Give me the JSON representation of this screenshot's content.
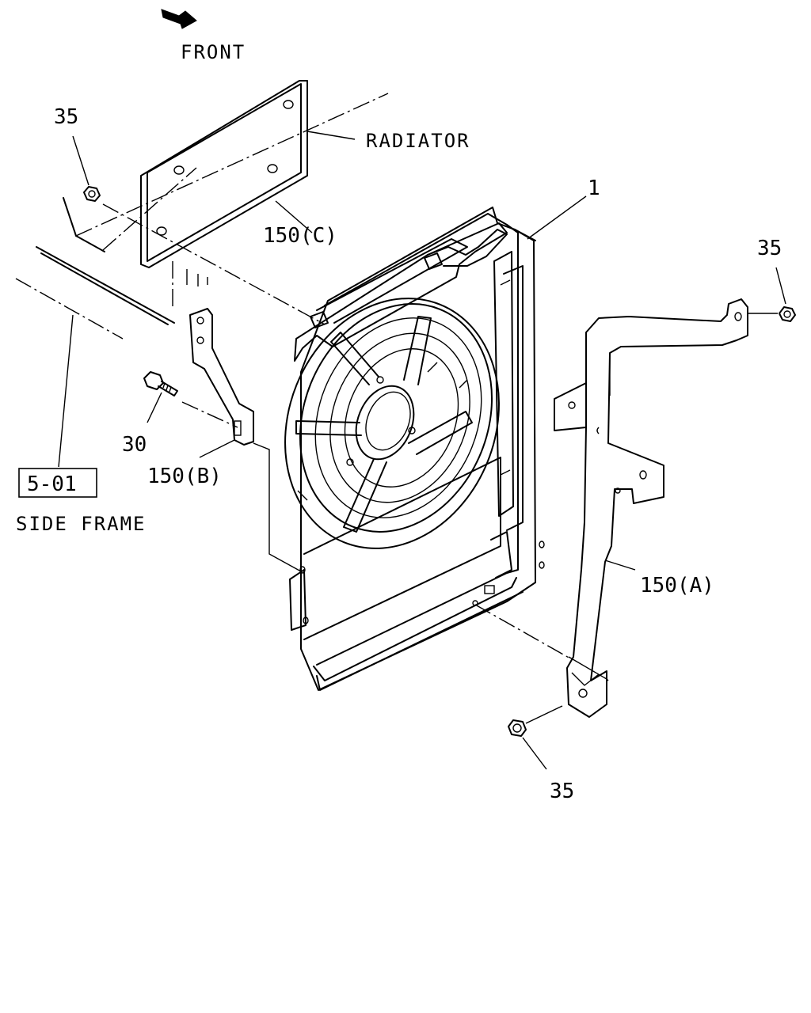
{
  "labels": {
    "front": "FRONT",
    "radiator": "RADIATOR",
    "side_frame": "SIDE FRAME",
    "ref_box": "5-01",
    "part_1": "1",
    "part_30": "30",
    "part_35_top_left": "35",
    "part_35_right": "35",
    "part_35_bottom": "35",
    "part_150a": "150(A)",
    "part_150b": "150(B)",
    "part_150c": "150(C)"
  }
}
